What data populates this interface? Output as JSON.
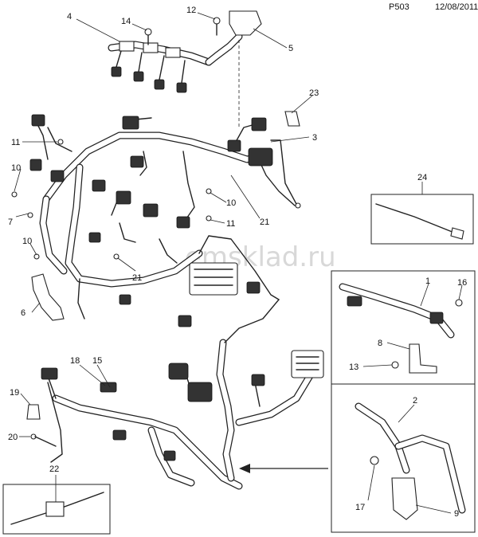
{
  "header": {
    "code": "P503",
    "date": "12/08/2011"
  },
  "watermark": "emsklad.ru",
  "callouts": {
    "c1": "1",
    "c2": "2",
    "c3": "3",
    "c4": "4",
    "c5": "5",
    "c6": "6",
    "c7": "7",
    "c8": "8",
    "c9": "9",
    "c10a": "10",
    "c10b": "10",
    "c10c": "10",
    "c11a": "11",
    "c11b": "11",
    "c12": "12",
    "c13": "13",
    "c14": "14",
    "c15": "15",
    "c16": "16",
    "c17": "17",
    "c18": "18",
    "c19": "19",
    "c20": "20",
    "c21a": "21",
    "c21b": "21",
    "c22": "22",
    "c23": "23",
    "c24": "24"
  }
}
